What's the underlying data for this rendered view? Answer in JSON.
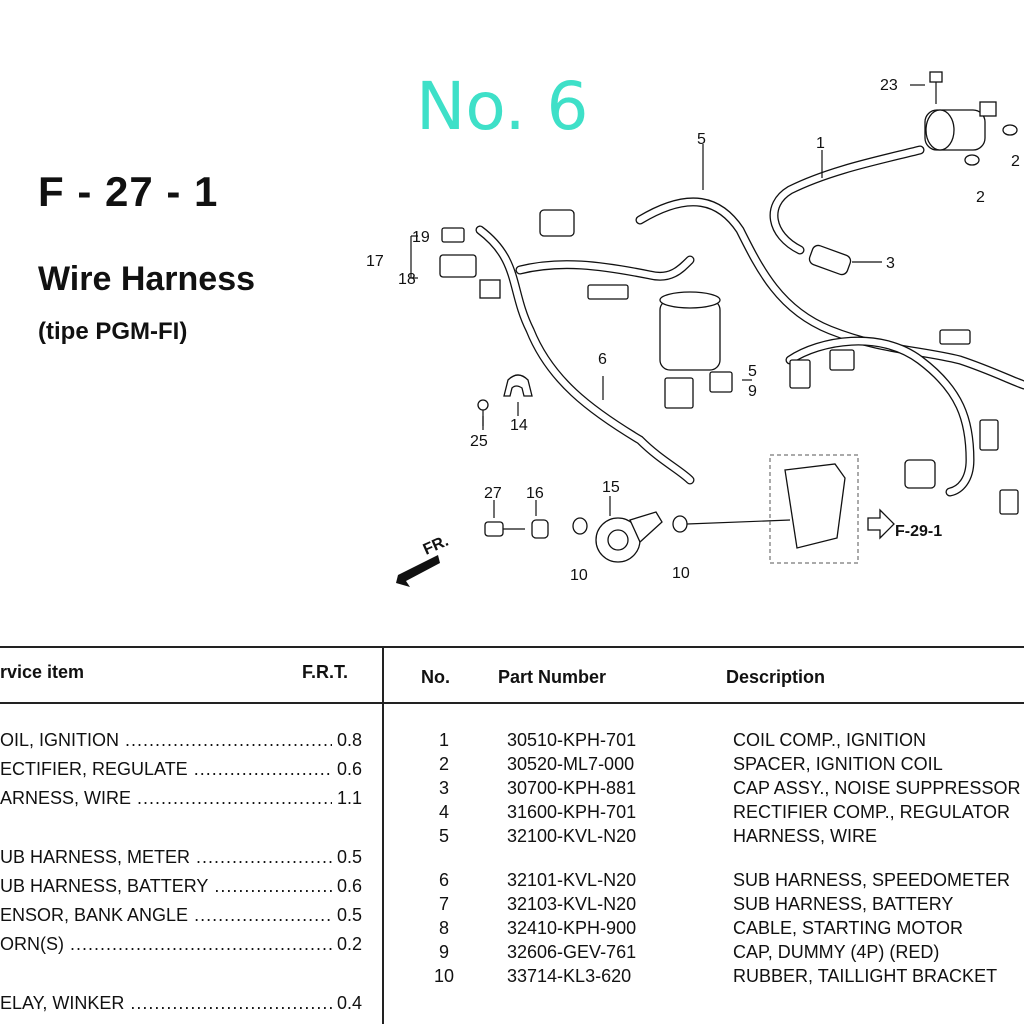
{
  "header": {
    "page_code": "F - 27 - 1",
    "title": "Wire Harness",
    "subtitle": "(tipe PGM-FI)",
    "watermark": "No. 6"
  },
  "diagram": {
    "callouts": [
      "1",
      "2",
      "2",
      "3",
      "5",
      "5",
      "6",
      "9",
      "10",
      "10",
      "14",
      "15",
      "16",
      "17",
      "18",
      "19",
      "23",
      "25",
      "27"
    ],
    "ref_label": "F-29-1",
    "front_label": "FR."
  },
  "service_table": {
    "header_item": "rvice item",
    "header_frt": "F.R.T.",
    "rows": [
      {
        "item": "OIL, IGNITION",
        "frt": "0.8"
      },
      {
        "item": "ECTIFIER, REGULATE",
        "frt": "0.6"
      },
      {
        "item": "ARNESS, WIRE",
        "frt": "1.1"
      },
      {
        "item": "UB HARNESS, METER",
        "frt": "0.5"
      },
      {
        "item": "UB HARNESS, BATTERY",
        "frt": "0.6"
      },
      {
        "item": "ENSOR, BANK ANGLE",
        "frt": "0.5"
      },
      {
        "item": "ORN(S)",
        "frt": "0.2"
      },
      {
        "item": "ELAY, WINKER",
        "frt": "0.4"
      }
    ]
  },
  "parts_table": {
    "header_no": "No.",
    "header_part": "Part Number",
    "header_desc": "Description",
    "rows": [
      {
        "no": "1",
        "part": "30510-KPH-701",
        "desc": "COIL COMP., IGNITION"
      },
      {
        "no": "2",
        "part": "30520-ML7-000",
        "desc": "SPACER, IGNITION COIL"
      },
      {
        "no": "3",
        "part": "30700-KPH-881",
        "desc": "CAP ASSY., NOISE SUPPRESSOR"
      },
      {
        "no": "4",
        "part": "31600-KPH-701",
        "desc": "RECTIFIER COMP., REGULATOR"
      },
      {
        "no": "5",
        "part": "32100-KVL-N20",
        "desc": "HARNESS, WIRE"
      },
      {
        "no": "6",
        "part": "32101-KVL-N20",
        "desc": "SUB HARNESS, SPEEDOMETER"
      },
      {
        "no": "7",
        "part": "32103-KVL-N20",
        "desc": "SUB HARNESS, BATTERY"
      },
      {
        "no": "8",
        "part": "32410-KPH-900",
        "desc": "CABLE, STARTING MOTOR"
      },
      {
        "no": "9",
        "part": "32606-GEV-761",
        "desc": "CAP, DUMMY (4P) (RED)"
      },
      {
        "no": "10",
        "part": "33714-KL3-620",
        "desc": "RUBBER, TAILLIGHT BRACKET"
      }
    ]
  }
}
